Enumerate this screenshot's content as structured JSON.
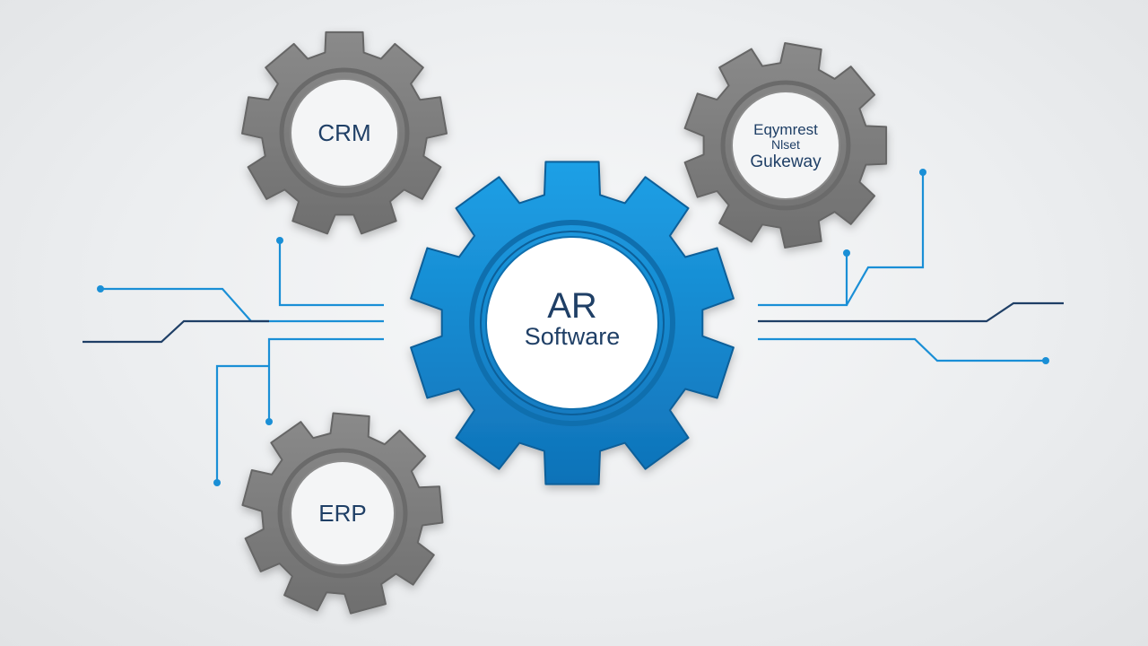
{
  "colors": {
    "accent": "#1a8fd6",
    "accent_dark": "#0f6fae",
    "gear_gray": "#808080",
    "gear_gray_dark": "#5e5e5e",
    "text_navy": "#1f3f66",
    "line_navy": "#1f3f66"
  },
  "gears": {
    "crm": {
      "label": "CRM"
    },
    "payment": {
      "line1": "Eqymrest",
      "line2": "Nlset",
      "line3": "Gukeway"
    },
    "erp": {
      "label": "ERP"
    },
    "ar": {
      "line1": "AR",
      "line2": "Software"
    }
  },
  "icons": {
    "gear": "gear-icon",
    "node": "circuit-node-icon"
  }
}
